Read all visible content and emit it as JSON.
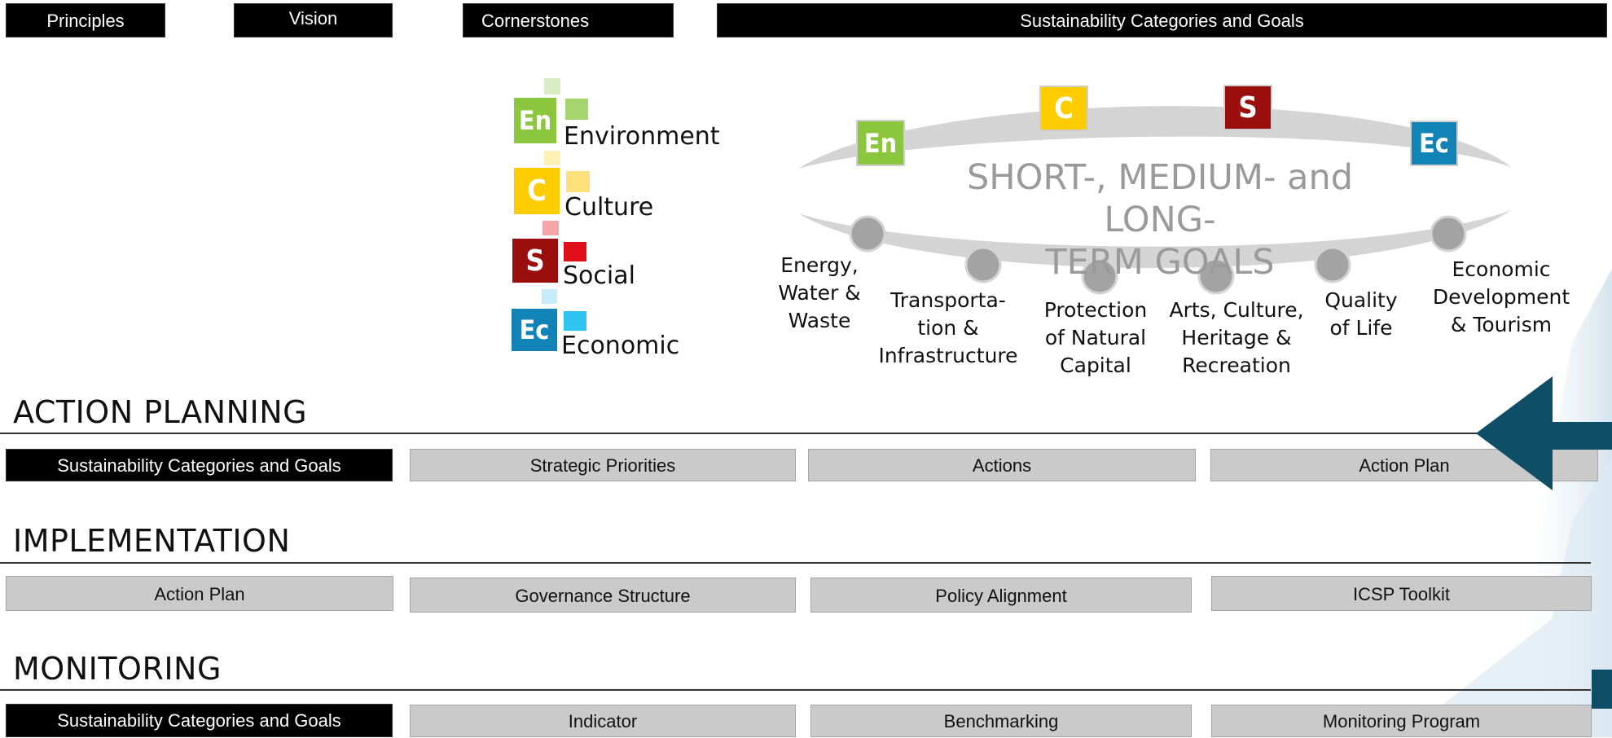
{
  "top_tabs": {
    "principles": "Principles",
    "vision": "Vision",
    "cornerstones": "Cornerstones",
    "categories": "Sustainability Categories and Goals"
  },
  "cornerstones": [
    {
      "abbr": "En",
      "label": "Environment",
      "color": "#8cc63f",
      "light": "#a6d46f",
      "lighter": "#d8edc3"
    },
    {
      "abbr": "C",
      "label": "Culture",
      "color": "#ffcc00",
      "light": "#ffe07a",
      "lighter": "#fff0b3"
    },
    {
      "abbr": "S",
      "label": "Social",
      "color": "#9b0e0e",
      "light": "#e20f18",
      "lighter": "#f4a6a9"
    },
    {
      "abbr": "Ec",
      "label": "Economic",
      "color": "#1183b7",
      "light": "#2ec4f2",
      "lighter": "#c5ecf9"
    }
  ],
  "goals_diagram": {
    "title_line1": "SHORT-, MEDIUM-  and LONG-",
    "title_line2": "TERM GOALS",
    "goals": [
      [
        "Energy,",
        "Water &",
        "Waste"
      ],
      [
        "Transporta-",
        "tion &",
        "Infrastructure"
      ],
      [
        "Protection",
        "of Natural",
        "Capital"
      ],
      [
        "Arts, Culture,",
        "Heritage &",
        "Recreation"
      ],
      [
        "Quality",
        "of Life"
      ],
      [
        "Economic",
        "Development",
        "& Tourism"
      ]
    ]
  },
  "sections": {
    "action_planning": {
      "title": "ACTION PLANNING",
      "items": [
        "Sustainability Categories and Goals",
        "Strategic Priorities",
        "Actions",
        "Action Plan"
      ]
    },
    "implementation": {
      "title": "IMPLEMENTATION",
      "items": [
        "Action Plan",
        "Governance Structure",
        "Policy Alignment",
        "ICSP Toolkit"
      ]
    },
    "monitoring": {
      "title": "MONITORING",
      "items": [
        "Sustainability Categories and Goals",
        "Indicator",
        "Benchmarking",
        "Monitoring Program"
      ]
    }
  },
  "colors": {
    "arrow": "#0e4e66",
    "track": "#d4d4d4",
    "node": "#9f9f9f"
  }
}
